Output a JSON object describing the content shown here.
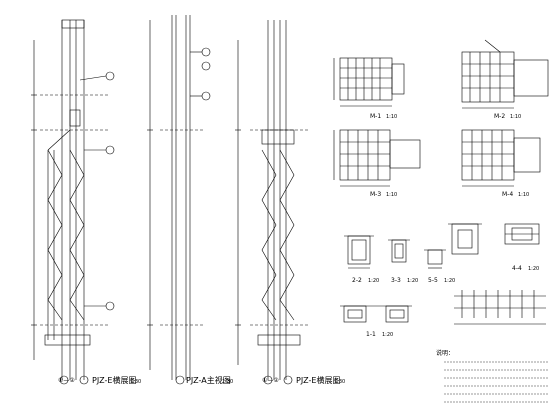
{
  "titles": {
    "view1": "PJZ-E横展图",
    "view1_scale": "1:30",
    "view2": "PJZ-A主视图",
    "view2_scale": "1:30",
    "view3": "PJZ-E横展图",
    "view3_scale": "1:30"
  },
  "axis_marks": {
    "view1": "①—②",
    "view3": "①—②"
  },
  "sections": {
    "m1": "M-1",
    "m2": "M-2",
    "m3": "M-3",
    "m4": "M-4",
    "s22": "2-2",
    "s33": "3-3",
    "s55": "5-5",
    "s44": "4-4",
    "s11": "1-1"
  },
  "scales": {
    "m1": "1:10",
    "m2": "1:10",
    "m3": "1:10",
    "m4": "1:10",
    "s22": "1:20",
    "s33": "1:20",
    "s55": "1:20",
    "s44": "1:20",
    "s11": "1:20"
  },
  "notes": {
    "heading": "说明："
  }
}
